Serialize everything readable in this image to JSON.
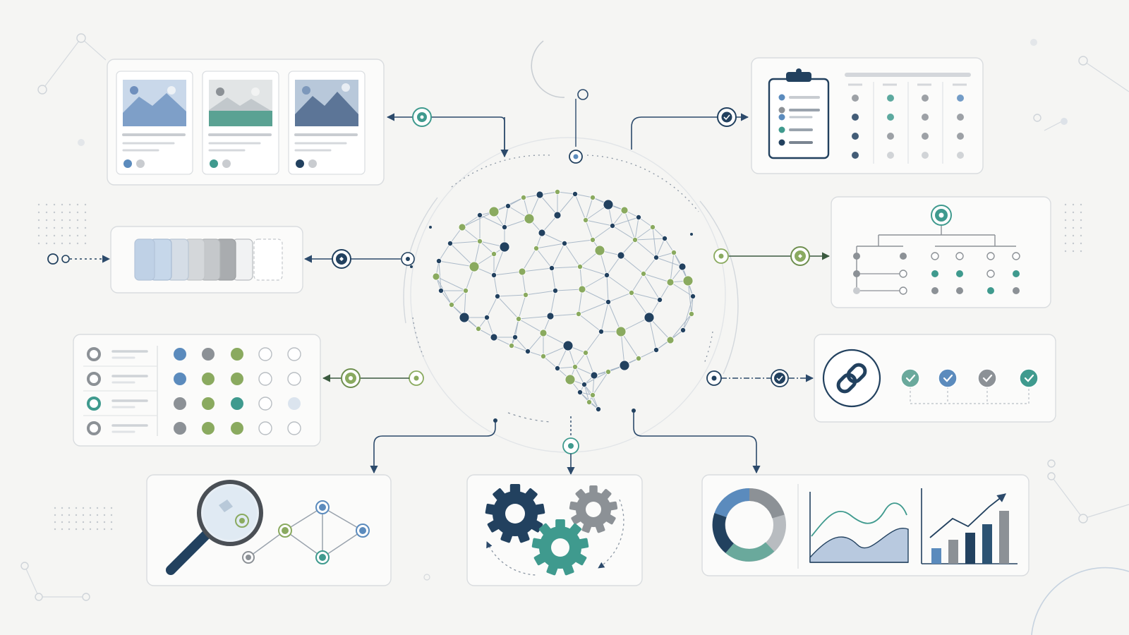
{
  "colors": {
    "navy": "#22415f",
    "blue": "#5b8bbd",
    "teal": "#3f9a8e",
    "green": "#8aaa5f",
    "gray": "#8c9196",
    "light_gray": "#c9ccd0",
    "background": "#f5f5f3"
  },
  "diagram": {
    "center": {
      "kind": "network-brain"
    },
    "modules": [
      {
        "id": "image-gallery",
        "icon": "image-cards-icon"
      },
      {
        "id": "clipboard-table",
        "icon": "clipboard-icon"
      },
      {
        "id": "gradient-strip",
        "icon": "color-swatches-icon"
      },
      {
        "id": "hierarchy-tree",
        "icon": "tree-icon"
      },
      {
        "id": "dot-matrix",
        "icon": "dot-grid-icon"
      },
      {
        "id": "link-checks",
        "icon": "link-icon",
        "check_count": 4
      },
      {
        "id": "search-graph",
        "icon": "magnifier-icon"
      },
      {
        "id": "gear-process",
        "icon": "gears-icon"
      },
      {
        "id": "analytics-charts",
        "icon": "charts-icon",
        "bar_count": 5
      }
    ]
  }
}
